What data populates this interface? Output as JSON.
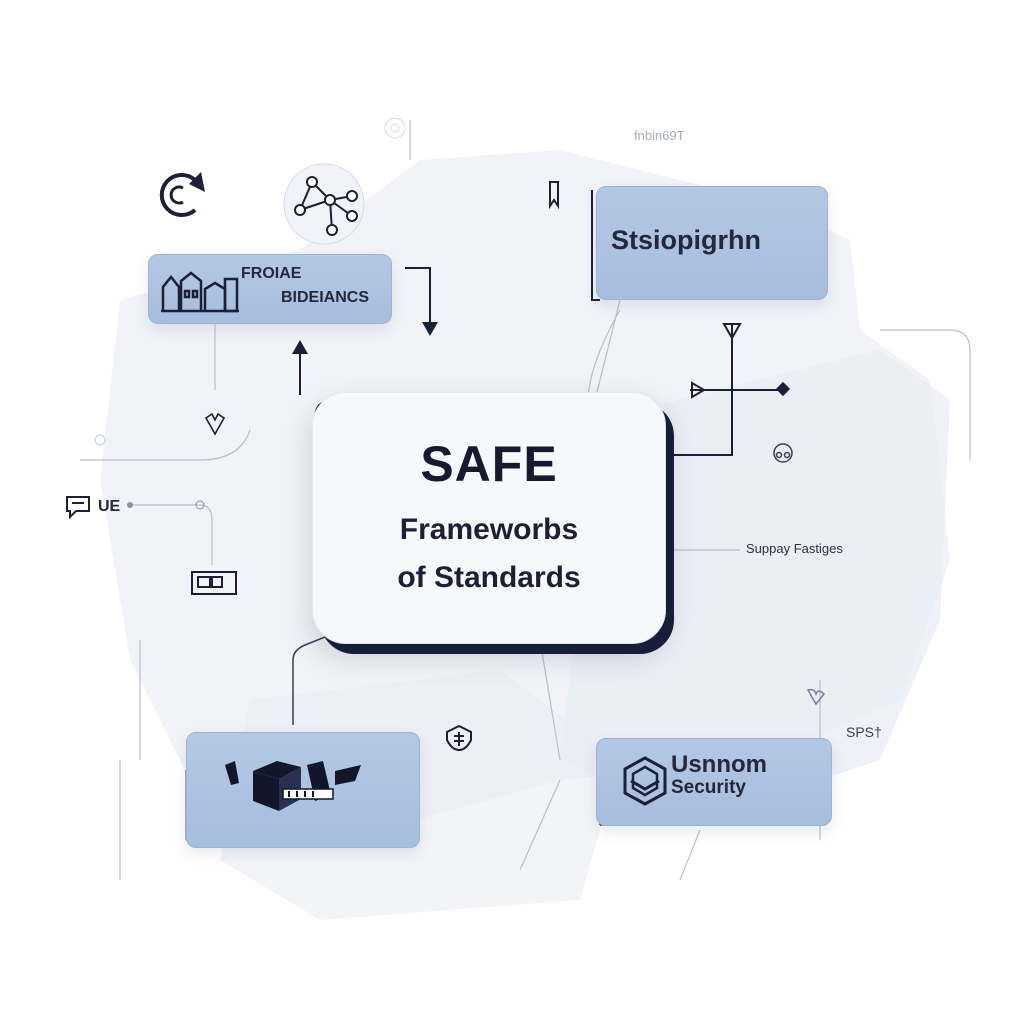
{
  "center": {
    "title": "SAFE",
    "line1": "Frameworbs",
    "line2": "of Standards"
  },
  "top_left_box": {
    "line1": "FROIAE",
    "line2": "BIDEIANCS"
  },
  "top_right_box": {
    "label": "Stsiopigrhn"
  },
  "bottom_right_box": {
    "line1": "Usnnom",
    "line2": "Security"
  },
  "labels": {
    "top_faint": "fnbin69T",
    "left_ue": "UE",
    "right_supply": "Suppay Fastiges",
    "right_spst": "SPS†"
  },
  "icons": [
    "refresh-icon",
    "network-icon",
    "building-icon",
    "chat-icon",
    "grid-icon",
    "shield-icon",
    "hexagon-icon",
    "cube-icon",
    "gear-icon"
  ],
  "colors": {
    "box_fill": "#b0c4e2",
    "center_shadow": "#181d3a",
    "line": "#1a2038"
  }
}
